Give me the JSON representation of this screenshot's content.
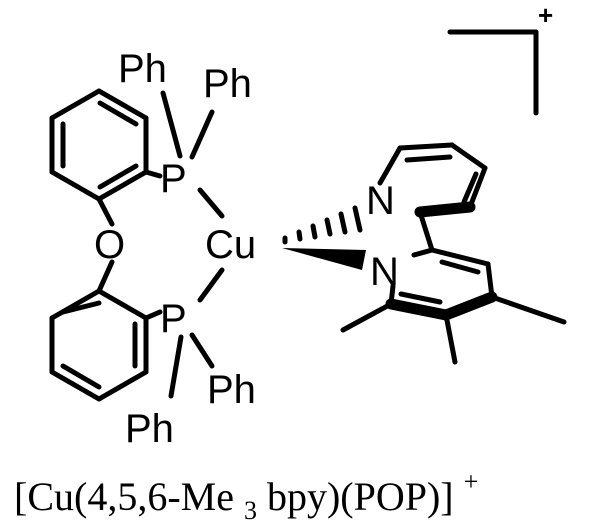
{
  "molecule": {
    "atoms": {
      "ph_p1_left": "Ph",
      "ph_p1_right": "Ph",
      "p_top": "P",
      "p_bottom": "P",
      "oxygen": "O",
      "copper": "Cu",
      "n_top": "N",
      "n_bottom": "N",
      "ph_p2_right": "Ph",
      "ph_p2_left": "Ph"
    },
    "charge": "+"
  },
  "caption": {
    "prefix": "[Cu(4,5,6-Me",
    "subscript": "3",
    "suffix": "bpy)(POP)]",
    "superscript": "+"
  }
}
